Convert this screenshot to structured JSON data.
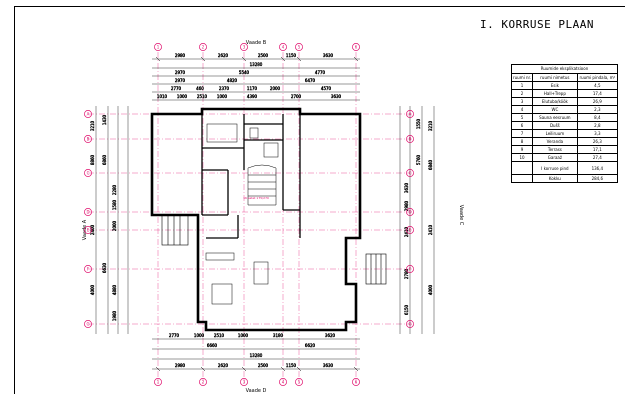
{
  "sheet": {
    "title": "I. KORRUSE PLAAN"
  },
  "views": {
    "top": "Vaade B",
    "bottom": "Vaade D",
    "left": "Vaade A",
    "right": "Vaade C"
  },
  "axes": {
    "columns": [
      "1",
      "2",
      "3",
      "4",
      "5",
      "6"
    ],
    "rows": [
      "A",
      "B",
      "C",
      "D",
      "E",
      "F",
      "G"
    ]
  },
  "room_table": {
    "caption": "Ruumide eksplikatsioon",
    "headers": [
      "ruumi nr.",
      "ruumi nimetus",
      "ruumi pindala, m²"
    ],
    "rows": [
      [
        "1",
        "Esik",
        "4,5"
      ],
      [
        "2",
        "Hall+Trepp",
        "17,4"
      ],
      [
        "3",
        "Elutuba/köök",
        "26,9"
      ],
      [
        "4",
        "WC",
        "2,3"
      ],
      [
        "5",
        "Sauna eesruum",
        "8,4"
      ],
      [
        "6",
        "Dušš",
        "2,8"
      ],
      [
        "7",
        "Leiliruum",
        "3,3"
      ],
      [
        "8",
        "Veranda",
        "26,3"
      ],
      [
        "9",
        "Terrass",
        "17,1"
      ],
      [
        "10",
        "Garaaž",
        "27,4"
      ],
      [
        "",
        "I korruse pind",
        "136,4"
      ],
      [
        "",
        "Kokku",
        "284,6"
      ]
    ]
  },
  "dims": {
    "top_row1": [
      "2980",
      "2620",
      "2500",
      "1150",
      "3630"
    ],
    "top_row2": [
      "13280"
    ],
    "top_row3": [
      "2970",
      "5540",
      "4770"
    ],
    "top_row4": [
      "2970",
      "4820",
      "6470"
    ],
    "top_row5": [
      "2770",
      "460",
      "2370",
      "1170",
      "2000",
      "4570"
    ],
    "top_row6": [
      "1010",
      "1000",
      "2510",
      "1000",
      "4390",
      "2700",
      "3630"
    ],
    "bottom_row1": [
      "2770",
      "1000",
      "2510",
      "1000",
      "3180",
      "3620"
    ],
    "bottom_row2": [
      "6660",
      "6620"
    ],
    "bottom_row3": [
      "13280"
    ],
    "bottom_row4": [
      "2980",
      "2620",
      "2500",
      "1150",
      "3630"
    ],
    "left_outer": [
      "3210",
      "8860",
      "2400",
      "4000"
    ],
    "left_inner": [
      "1430",
      "6860",
      "2280",
      "1580",
      "2000",
      "6630",
      "4880",
      "1980"
    ],
    "right_outer": [
      "3210",
      "6840",
      "2410",
      "4000"
    ],
    "right_inner": [
      "1550",
      "5760",
      "3630",
      "2980",
      "2410",
      "2780",
      "6150"
    ],
    "room_note": "16 astet 175/270"
  }
}
